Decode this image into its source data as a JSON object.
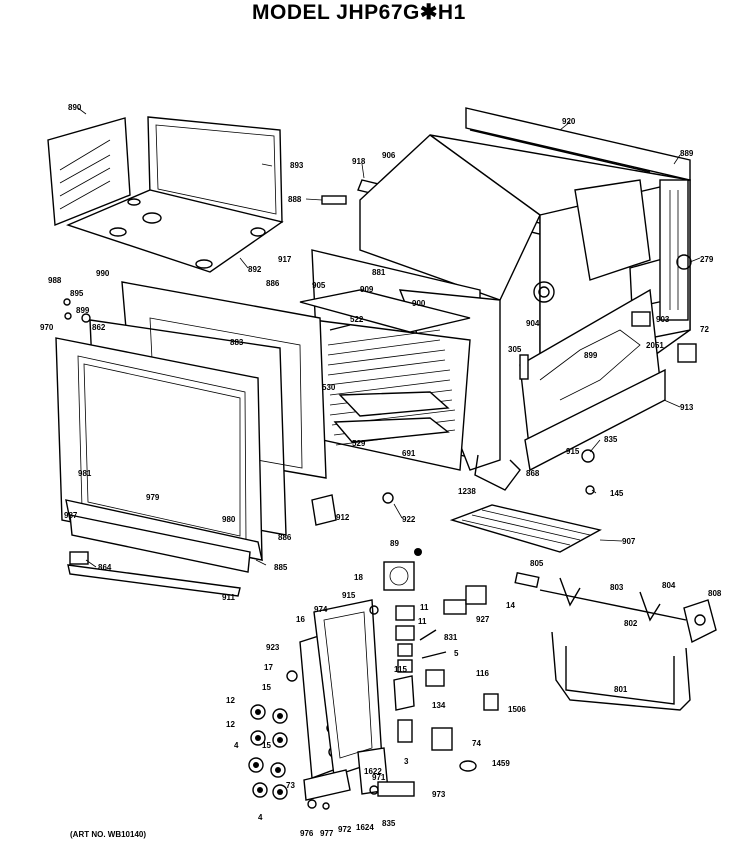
{
  "title": "MODEL JHP67G✱H1",
  "art_number": "(ART NO. WB10140)",
  "labels": {
    "l890": "890",
    "l893": "893",
    "l888": "888",
    "l892": "892",
    "l918": "918",
    "l906": "906",
    "l920": "920",
    "l889": "889",
    "l279": "279",
    "l917": "917",
    "l881": "881",
    "l886": "886",
    "l988": "988",
    "l990": "990",
    "l895": "895",
    "l970": "970",
    "l899": "899",
    "l862": "862",
    "l883": "883",
    "l905": "905",
    "l909": "909",
    "l900": "900",
    "l522": "522",
    "l904": "904",
    "l903": "903",
    "l2051": "2051",
    "l72": "72",
    "l305": "305",
    "l899b": "899",
    "l530": "530",
    "l913": "913",
    "l529": "529",
    "l691": "691",
    "l915": "915",
    "l835": "835",
    "l868": "868",
    "l1238": "1238",
    "l145": "145",
    "l981": "981",
    "l979": "979",
    "l987": "987",
    "l980": "980",
    "l912": "912",
    "l922": "922",
    "l907": "907",
    "l886b": "886",
    "l885": "885",
    "l864": "864",
    "l911": "911",
    "l89": "89",
    "l18": "18",
    "l805": "805",
    "l803": "803",
    "l804": "804",
    "l808": "808",
    "l14": "14",
    "l11a": "11",
    "l11b": "11",
    "l927": "927",
    "l974": "974",
    "l16": "16",
    "l915b": "915",
    "l802": "802",
    "l831": "831",
    "l5": "5",
    "l923": "923",
    "l17": "17",
    "l115": "115",
    "l116": "116",
    "l801": "801",
    "l12a": "12",
    "l15a": "15",
    "l134": "134",
    "l1506": "1506",
    "l12b": "12",
    "l15b": "15",
    "l4a": "4",
    "l3": "3",
    "l74": "74",
    "l1622": "1622",
    "l971": "971",
    "l1459": "1459",
    "l73": "73",
    "l4b": "4",
    "l973": "973",
    "l976": "976",
    "l977": "977",
    "l972": "972",
    "l1624": "1624",
    "l835b": "835"
  }
}
